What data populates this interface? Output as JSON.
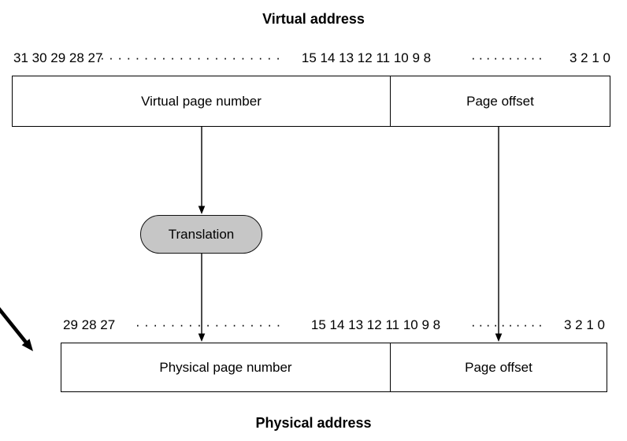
{
  "colors": {
    "background": "#ffffff",
    "line": "#000000",
    "bubble_fill": "#c6c6c6",
    "bubble_border": "#111111"
  },
  "virtual": {
    "title": "Virtual address",
    "bits": {
      "left": "31 30 29 28 27",
      "dots_left": "·····················",
      "mid": "15 14 13 12 11 10 9 8",
      "dots_right": "··········",
      "right": "3 2 1 0"
    },
    "fields": {
      "page_number": "Virtual page number",
      "page_offset": "Page offset"
    }
  },
  "translation": {
    "label": "Translation"
  },
  "physical": {
    "title": "Physical address",
    "bits": {
      "left": "29 28 27",
      "dots_left": "··················",
      "mid": "15 14 13 12 11 10 9 8",
      "dots_right": "··········",
      "right": "3 2 1 0"
    },
    "fields": {
      "page_number": "Physical page number",
      "page_offset": "Page offset"
    }
  }
}
